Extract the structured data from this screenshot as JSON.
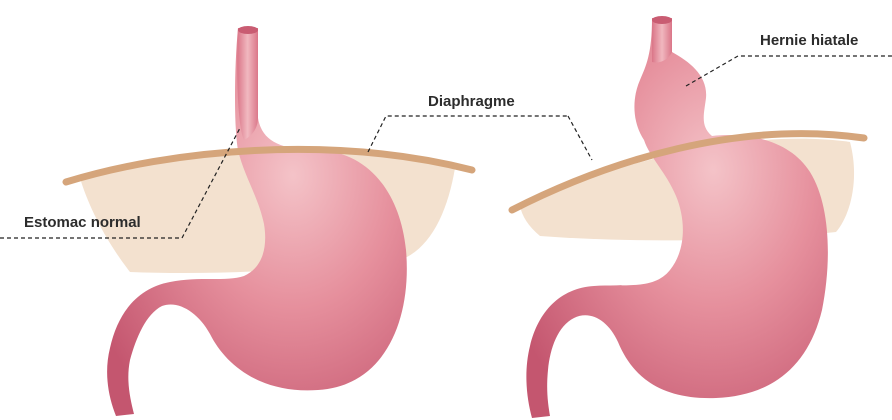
{
  "labels": {
    "normal_stomach": "Estomac normal",
    "diaphragm": "Diaphragme",
    "hiatal_hernia": "Hernie hiatale"
  },
  "colors": {
    "diaphragm_band": "#d5a57b",
    "diaphragm_fill": "#f3e1cf",
    "stomach_light": "#f1b6bd",
    "stomach_mid": "#e07d8f",
    "stomach_dark": "#bf4f68",
    "text": "#2c2c2c",
    "leader_line": "#222222"
  }
}
